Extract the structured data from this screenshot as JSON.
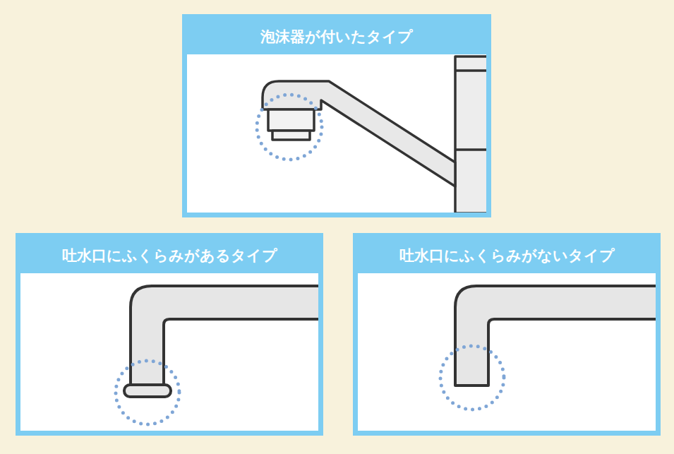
{
  "diagram": {
    "nodes": [
      {
        "text": [
          "泡沫器が付いたタイプ"
        ]
      },
      {
        "text": [
          "吐水口にふくらみがあるタイプ"
        ]
      },
      {
        "text": [
          "吐水口にふくらみがないタイプ"
        ]
      }
    ]
  }
}
